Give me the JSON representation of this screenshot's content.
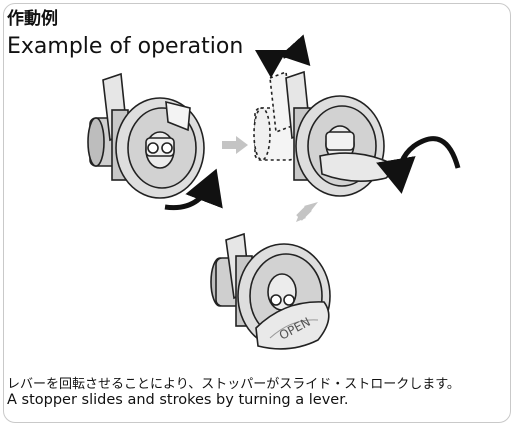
{
  "heading": {
    "title_ja": "作動例",
    "title_en": "Example of operation"
  },
  "caption": {
    "text_ja": "レバーを回転させることにより、ストッパーがスライド・ストロークします。",
    "text_en": "A stopper slides and strokes by turning a lever."
  },
  "illustration": {
    "open_label": "OPEN",
    "icons": [
      "lock-closed-icon",
      "lock-turning-icon",
      "lock-open-icon",
      "rotate-arrow-icon",
      "step-arrow-icon",
      "slide-arrow-icon"
    ],
    "colors": {
      "body_fill": "#dcdcdc",
      "body_stroke": "#222222",
      "step_arrow": "#c4c4c4",
      "panel_border": "#c9c9c9"
    }
  }
}
